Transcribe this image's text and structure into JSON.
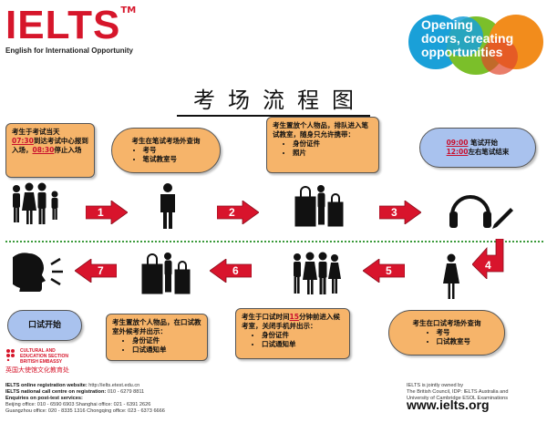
{
  "header": {
    "logo": "IELTS",
    "logo_tm": "TM",
    "tagline_sub": "English for International Opportunity",
    "slogan": [
      "Opening",
      "doors, creating",
      "opportunities"
    ],
    "title": "考场流程图"
  },
  "colors": {
    "brand_red": "#d6162b",
    "callout_orange": "#f6b46a",
    "callout_blue": "#a9c2ee",
    "arrow_red": "#d8142c",
    "divider_green": "#3a9a3a"
  },
  "steps": {
    "s1": {
      "pre": "考生于考试当天",
      "time1": "07:30",
      "mid": "到达考试中心报到入场，",
      "time2": "08:30",
      "post": "停止入场"
    },
    "s2": {
      "head": "考生在笔试考场外查询",
      "items": [
        "考号",
        "笔试教室号"
      ]
    },
    "s3": {
      "head": "考生置放个人物品，排队进入笔试教室，随身只允许携带：",
      "items": [
        "身份证件",
        "照片"
      ]
    },
    "s4": {
      "time1": "09:00",
      "text1": "笔试开始",
      "time2": "12:00",
      "text2": "左右笔试结束"
    },
    "s5": {
      "head": "考生在口试考场外查询",
      "items": [
        "考号",
        "口试教室号"
      ]
    },
    "s6": {
      "pre": "考生于口试时间",
      "time": "15",
      "post": "分钟前进入候考室，关闭手机并出示：",
      "items": [
        "身份证件",
        "口试通知单"
      ]
    },
    "s7": {
      "head": "考生置放个人物品，在口试教室外候考并出示：",
      "items": [
        "身份证件",
        "口试通知单"
      ]
    },
    "s8": {
      "text": "口试开始"
    }
  },
  "arrows": [
    "1",
    "2",
    "3",
    "4",
    "5",
    "6",
    "7"
  ],
  "british_council": {
    "lines": [
      "CULTURAL AND",
      "EDUCATION SECTION",
      "BRITISH EMBASSY"
    ],
    "cn": "英国大使馆文化教育处"
  },
  "footer": {
    "l1_label": "IELTS online registration website:",
    "l1_val": "http://ielts.etest.edu.cn",
    "l2_label": "IELTS national call centre on registration:",
    "l2_val": "010 - 6279 8811",
    "l3": "Enquiries on post-test services:",
    "l4": "Beijing office: 010 - 6590 6903         Shanghai office: 021 - 6391 2626",
    "l5": "Guangzhou office: 020 - 8335 1316   Chongqing office: 023 - 6373 6666",
    "r1": "IELTS is jointly owned by",
    "r2": "The British Council, IDP: IELTS Australia and",
    "r3": "University of Cambridge ESOL Examinations",
    "web": "www.ielts.org"
  }
}
